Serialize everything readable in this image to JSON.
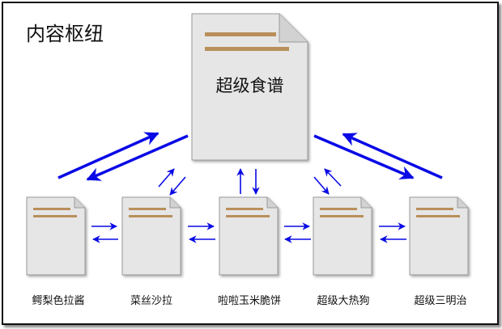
{
  "diagram": {
    "title": "内容枢纽",
    "hub": {
      "label": "超级食谱"
    },
    "nodes": [
      {
        "label": "鳄梨色拉酱"
      },
      {
        "label": "菜丝沙拉"
      },
      {
        "label": "啦啦玉米脆饼"
      },
      {
        "label": "超级大热狗"
      },
      {
        "label": "超级三明治"
      }
    ],
    "colors": {
      "arrow": "#0a0ae6",
      "doc_fill": "#e6e6e6",
      "doc_stroke": "#9a9a9a",
      "doc_line": "#b88f5a"
    }
  }
}
